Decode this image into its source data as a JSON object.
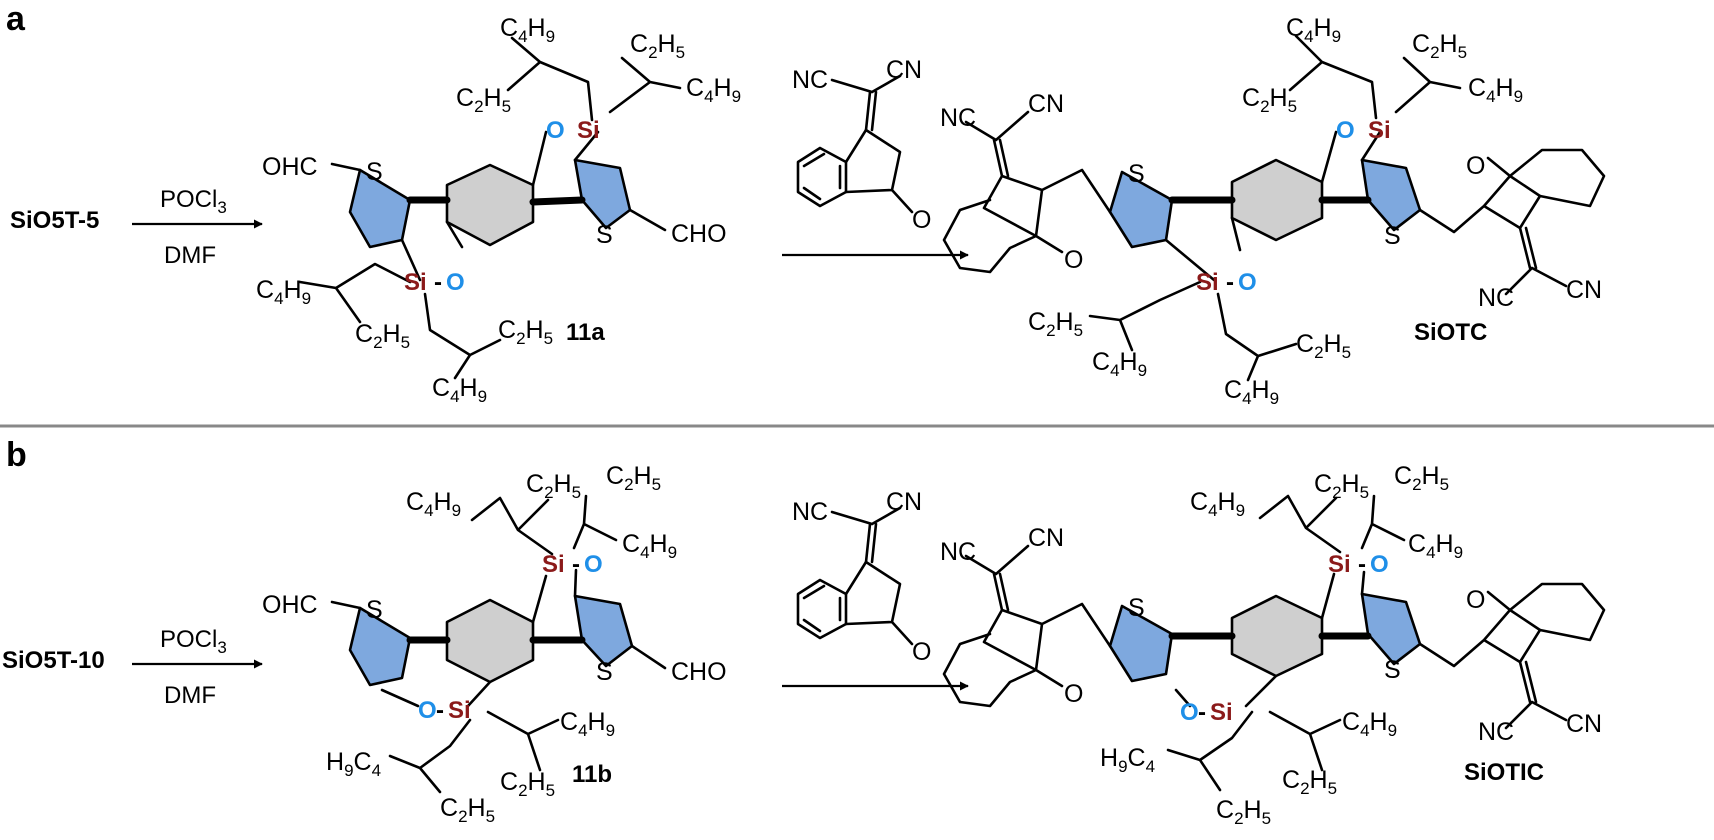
{
  "colors": {
    "silicon": "#8b1a1a",
    "oxygen": "#1f8fe8",
    "thiophene": "#7ea8de",
    "benzene": "#cfcfcf",
    "divider": "#888888"
  },
  "panel_a": {
    "label": "a",
    "start": "SiO5T-5",
    "reagent_top": "POCl",
    "reagent_top_sub": "3",
    "reagent_bottom": "DMF",
    "intermediate": "11a",
    "product": "SiOTC"
  },
  "panel_b": {
    "label": "b",
    "start": "SiO5T-10",
    "reagent_top": "POCl",
    "reagent_top_sub": "3",
    "reagent_bottom": "DMF",
    "intermediate": "11b",
    "product": "SiOTIC"
  },
  "atoms": {
    "si": "Si",
    "o": "O",
    "s": "S",
    "dash": "-",
    "ohc": "OHC",
    "cho": "CHO",
    "nc": "NC",
    "cn": "CN",
    "c": "C",
    "h": "H",
    "sub2": "2",
    "sub4": "4",
    "sub5": "5",
    "sub9": "9"
  }
}
